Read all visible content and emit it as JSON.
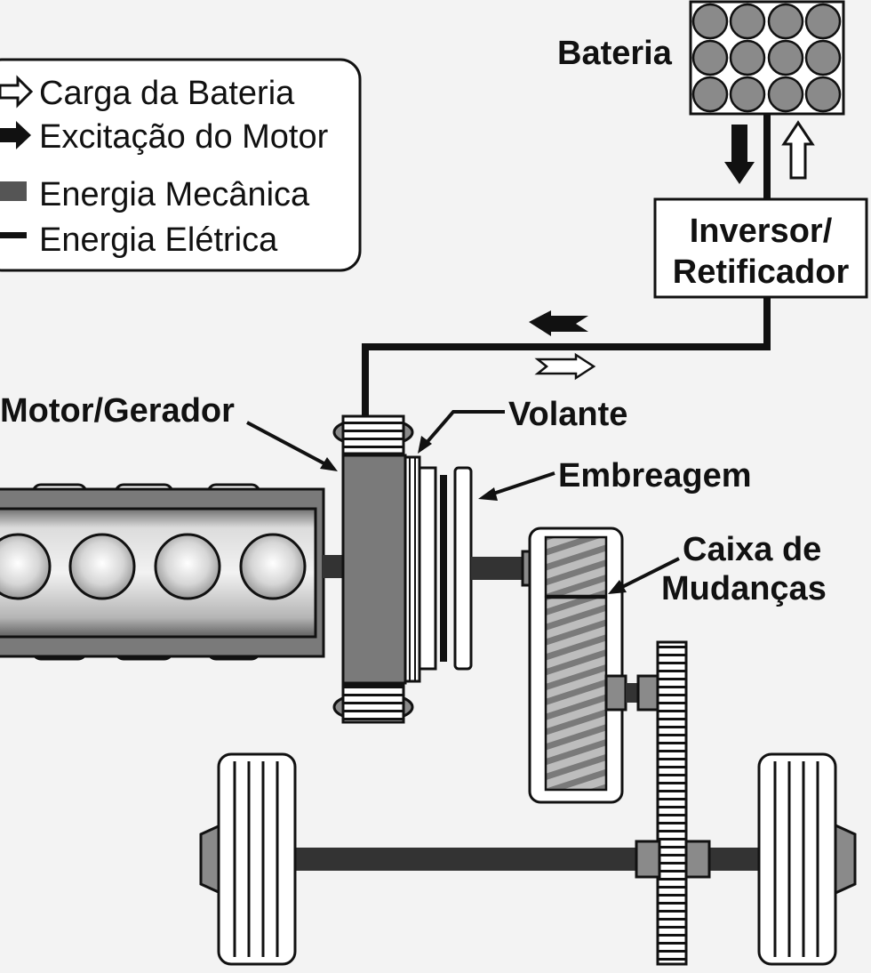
{
  "legend": {
    "items": [
      {
        "label": "Carga da Bateria",
        "icon": "hollow-arrow-icon"
      },
      {
        "label": "Excitação do Motor",
        "icon": "solid-arrow-icon"
      },
      {
        "label": "Energia Mecânica",
        "icon": "thick-bar-icon"
      },
      {
        "label": "Energia Elétrica",
        "icon": "thin-line-icon"
      }
    ]
  },
  "labels": {
    "battery": "Bateria",
    "inverter_line1": "Inversor/",
    "inverter_line2": "Retificador",
    "motor_generator": "Motor/Gerador",
    "flywheel": "Volante",
    "clutch": "Embreagem",
    "gearbox_line1": "Caixa de",
    "gearbox_line2": "Mudanças"
  },
  "colors": {
    "background": "#f3f3f3",
    "ink": "#111111",
    "dark_gray": "#555555",
    "mid_gray": "#8a8a8a",
    "light_gray": "#bdbdbd"
  }
}
